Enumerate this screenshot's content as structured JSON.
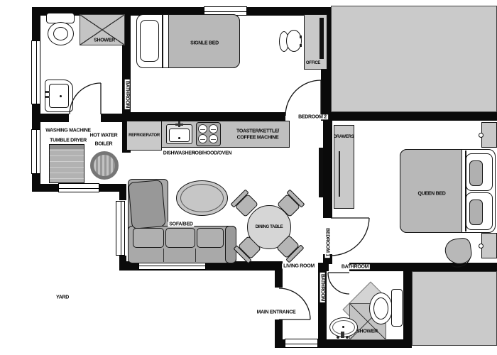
{
  "floorplan": {
    "colors": {
      "wall": "#0a0a0a",
      "furn": "#b5b5b5",
      "furn_dark": "#9c9c9c",
      "furn_light": "#c9c9c9",
      "table_light": "#d6d6d6",
      "neighbor": "#cacaca",
      "shower": "#c4c4c4"
    },
    "labels": {
      "bathroom_top_v": "BATHROOM",
      "shower_top": "SHOWER",
      "washing_machine_l1": "WASHING MACHINE",
      "washing_machine_l2": "TUMBLE DRYER",
      "hot_water_l1": "HOT WATER",
      "hot_water_l2": "BOILER",
      "refrigerator": "REFRIGERATOR",
      "dishwasher": "DISHWASHER",
      "hob": "HOB/HOOD/OVEN",
      "toaster_l1": "TOASTER/KETTLE/",
      "toaster_l2": "COFFEE MACHINE",
      "single_bed": "SIGNLE BED",
      "office": "OFFICE",
      "bedroom2": "BEDROOM 2",
      "drawers": "DRAWERS",
      "queen_bed": "QUEEN BED",
      "sofa_bed": "SOFA/BED",
      "dining_table": "DINING TABLE",
      "living_room": "LIVING ROOM",
      "bedroom1_v": "BEDROOM 1",
      "bathroom2_h": "BATHROOM",
      "bathroom2_v": "BATHROOM",
      "main_entrance": "MAIN ENTRANCE",
      "shower_bottom": "SHOWER",
      "yard": "YARD"
    }
  }
}
